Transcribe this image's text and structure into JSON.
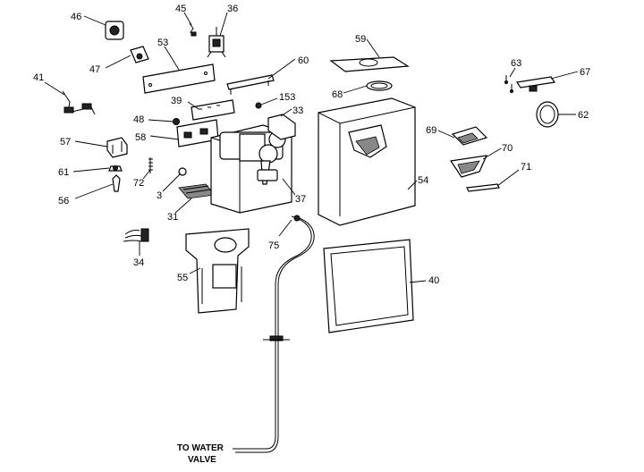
{
  "diagram": {
    "callouts": [
      {
        "id": "c46",
        "label": "46"
      },
      {
        "id": "c45",
        "label": "45"
      },
      {
        "id": "c36",
        "label": "36"
      },
      {
        "id": "c53",
        "label": "53"
      },
      {
        "id": "c47",
        "label": "47"
      },
      {
        "id": "c60",
        "label": "60"
      },
      {
        "id": "c41",
        "label": "41"
      },
      {
        "id": "c39",
        "label": "39"
      },
      {
        "id": "c153",
        "label": "153"
      },
      {
        "id": "c48",
        "label": "48"
      },
      {
        "id": "c33",
        "label": "33"
      },
      {
        "id": "c57",
        "label": "57"
      },
      {
        "id": "c58",
        "label": "58"
      },
      {
        "id": "c61",
        "label": "61"
      },
      {
        "id": "c72",
        "label": "72"
      },
      {
        "id": "c56",
        "label": "56"
      },
      {
        "id": "c3",
        "label": "3"
      },
      {
        "id": "c37",
        "label": "37"
      },
      {
        "id": "c31",
        "label": "31"
      },
      {
        "id": "c34",
        "label": "34"
      },
      {
        "id": "c75",
        "label": "75"
      },
      {
        "id": "c55",
        "label": "55"
      },
      {
        "id": "c59",
        "label": "59"
      },
      {
        "id": "c68",
        "label": "68"
      },
      {
        "id": "c54",
        "label": "54"
      },
      {
        "id": "c40",
        "label": "40"
      },
      {
        "id": "c63",
        "label": "63"
      },
      {
        "id": "c67",
        "label": "67"
      },
      {
        "id": "c62",
        "label": "62"
      },
      {
        "id": "c69",
        "label": "69"
      },
      {
        "id": "c70",
        "label": "70"
      },
      {
        "id": "c71",
        "label": "71"
      }
    ],
    "water_valve_line1": "TO WATER",
    "water_valve_line2": "VALVE"
  }
}
